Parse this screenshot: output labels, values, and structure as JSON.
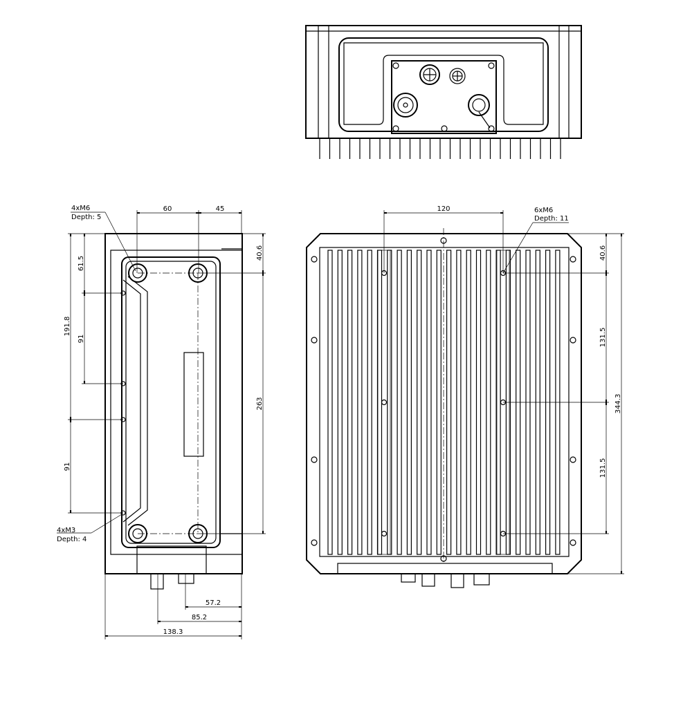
{
  "title": "Enclosure dimension drawing",
  "side_view": {
    "callout_top": {
      "line1": "4xM6",
      "line2": "Depth: 5"
    },
    "callout_bottom": {
      "line1": "4xM3",
      "line2": "Depth: 4"
    },
    "dims": {
      "d60": "60",
      "d45": "45",
      "d61_5": "61.5",
      "d91a": "91",
      "d191_8": "191.8",
      "d91b": "91",
      "d40_6": "40.6",
      "d263": "263",
      "d57_2": "57.2",
      "d85_2": "85.2",
      "d138_3": "138.3"
    }
  },
  "front_view": {
    "callout": {
      "line1": "6xM6",
      "line2": "Depth: 11"
    },
    "dims": {
      "d120": "120",
      "d40_6": "40.6",
      "d131_5a": "131.5",
      "d131_5b": "131.5",
      "d344_3": "344.3"
    }
  }
}
